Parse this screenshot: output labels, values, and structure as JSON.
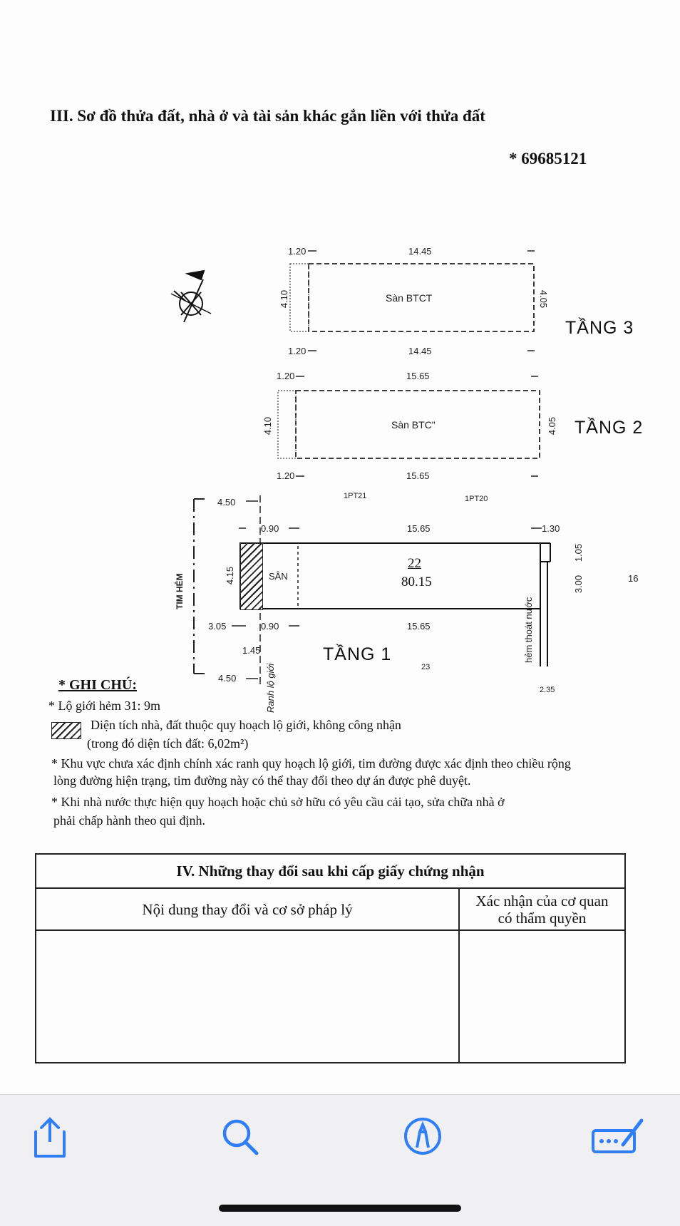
{
  "section": {
    "title": "III. Sơ đồ thửa đất, nhà ở và tài sản khác gắn liền với thửa đất",
    "serial": "* 69685121"
  },
  "diagram": {
    "north_symbol": "compass-north-icon",
    "floor3": {
      "label": "TẦNG 3",
      "inner_label": "Sàn BTCT",
      "top_left_dim": "1.20",
      "top_length": "14.45",
      "bottom_left_dim": "1.20",
      "bottom_length": "14.45",
      "left_depth": "4.10",
      "right_depth": "4.05"
    },
    "floor2": {
      "label": "TẦNG 2",
      "inner_label": "Sàn BTC\"",
      "top_left_dim": "1.20",
      "top_length": "15.65",
      "bottom_left_dim": "1.20",
      "bottom_length": "15.65",
      "left_depth": "4.10",
      "right_depth": "4.05"
    },
    "floor1": {
      "label": "TẦNG 1",
      "yard_label": "SÂN",
      "lot_number": "22",
      "area": "80.15",
      "top_setback": "4.50",
      "top_setback_inner": "0.90",
      "top_length": "15.65",
      "top_right": "1.30",
      "bottom_left": "3.05",
      "bottom_setback_inner": "0.90",
      "bottom_length": "15.65",
      "left_depth": "4.15",
      "right_depth_a": "1.05",
      "right_depth_b": "3.00",
      "side_mark": "16",
      "bottom_setback": "4.50",
      "setback_depth": "1.45",
      "bottom_right": "2.35",
      "neighbor_top_left": "1PT21",
      "neighbor_top_right": "1PT20",
      "neighbor_bottom": "23",
      "alley_center": "TIM HẺM",
      "boundary_line": "Ranh lộ giới",
      "drain_alley": "hẻm thoát nước"
    }
  },
  "notes": {
    "title": "* GHI CHÚ:",
    "line1": "* Lộ giới hẻm 31: 9m",
    "legend_line1": "Diện tích nhà, đất thuộc quy hoạch lộ giới, không công nhận",
    "legend_line2": "(trong đó diện tích đất: 6,02m²)",
    "line2a": "* Khu vực chưa xác định chính xác ranh quy hoạch lộ giới, tim đường được xác định theo chiều rộng",
    "line2b": "lòng đường hiện trạng, tim đường này có thể thay đổi theo dự án được phê duyệt.",
    "line3a": "* Khi nhà nước thực hiện quy hoạch hoặc chủ sở hữu có yêu cầu cải tạo, sửa chữa nhà ở",
    "line3b": "phải chấp hành theo qui định."
  },
  "changes_table": {
    "title": "IV. Những thay đổi sau khi cấp giấy chứng nhận",
    "col1": "Nội dung thay đổi và cơ sở pháp lý",
    "col2_line1": "Xác nhận của cơ quan",
    "col2_line2": "có thẩm quyền"
  },
  "toolbar": {
    "accent": "#2f7ef6",
    "buttons": [
      "share-icon",
      "search-icon",
      "markup-icon",
      "form-fill-icon"
    ]
  }
}
